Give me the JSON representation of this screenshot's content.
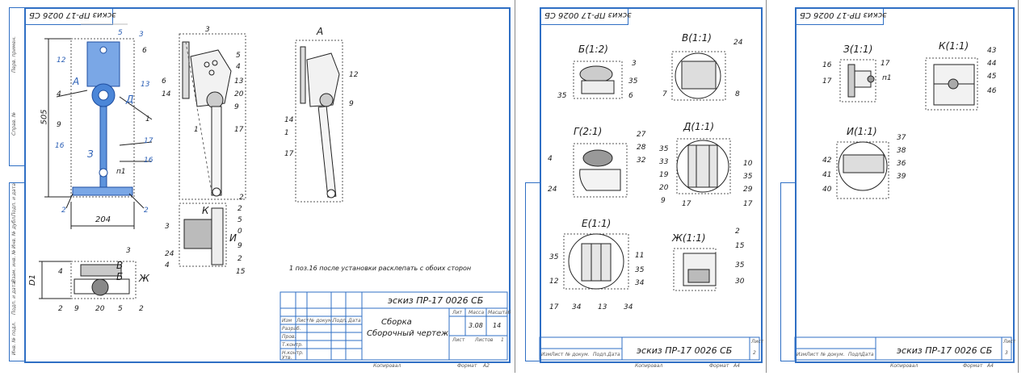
{
  "sheets": [
    {
      "corner_stamp": "эскиз ПР-17 0026 СБ",
      "titleblock": {
        "designation": "эскиз ПР-17 0026 СБ",
        "name_line1": "Сборка",
        "name_line2": "Сборочный чертеж",
        "lit_header": "Лит",
        "mass_header": "Масса",
        "scale_header": "Масштаб",
        "mass_value": "3.08",
        "scale_value": "14",
        "sheet_label": "Лист",
        "sheets_label": "Листов",
        "sheets_value": "1",
        "copied": "Копировал",
        "format": "Формат",
        "format_value": "А2",
        "cols": [
          "Изм",
          "Лист",
          "№ докум.",
          "Подп.",
          "Дата"
        ],
        "rows": [
          "Разраб.",
          "Пров.",
          "Т.контр.",
          "",
          "Н.контр.",
          "Утв."
        ]
      },
      "note": "1 поз.16 после установки расклепать с обоих сторон",
      "dims": {
        "height": "505",
        "width": "204",
        "depth": "D1"
      },
      "side_labels": [
        "Перв. примен.",
        "Справ. №",
        "Подп. и дата",
        "Инв. № дубл.",
        "Взам. инв. №",
        "Подп. и дата",
        "Инв. № подл."
      ],
      "view_letters": {
        "a": "А",
        "b": "Б",
        "v": "В",
        "zh": "Ж",
        "z": "З",
        "d": "Д",
        "k": "К",
        "i": "И"
      },
      "callouts_main": [
        "5",
        "3",
        "6",
        "12",
        "13",
        "4",
        "Д",
        "9",
        "1",
        "16",
        "17",
        "16",
        "п1",
        "2",
        "2",
        "3",
        "4",
        "В",
        "Б",
        "Ж",
        "2",
        "9",
        "20",
        "5",
        "2"
      ],
      "callouts_side": [
        "3",
        "5",
        "4",
        "13",
        "6",
        "14",
        "20",
        "9",
        "1",
        "17",
        "2",
        "3",
        "К",
        "2",
        "5",
        "И",
        "0",
        "9",
        "24",
        "4",
        "2",
        "15"
      ],
      "callouts_a": [
        "12",
        "9",
        "14",
        "1",
        "17"
      ]
    },
    {
      "corner_stamp": "эскиз ПР-17 0026 СБ",
      "titleblock": {
        "designation": "эскиз ПР-17 0026 СБ",
        "sheet_label": "Лист",
        "sheet_value": "2",
        "copied": "Копировал",
        "format": "Формат",
        "format_value": "А4",
        "cols": [
          "Изм",
          "Лист",
          "№ докум.",
          "Подп.",
          "Дата"
        ]
      },
      "views": [
        {
          "title": "Б(1:2)",
          "callouts": [
            "3",
            "35",
            "35",
            "6"
          ]
        },
        {
          "title": "В(1:1)",
          "callouts": [
            "24",
            "7",
            "8"
          ]
        },
        {
          "title": "Г(2:1)",
          "callouts": [
            "27",
            "28",
            "32",
            "4",
            "24"
          ]
        },
        {
          "title": "Д(1:1)",
          "callouts": [
            "35",
            "33",
            "19",
            "20",
            "9",
            "17",
            "10",
            "35",
            "29",
            "17"
          ]
        },
        {
          "title": "Е(1:1)",
          "callouts": [
            "35",
            "12",
            "17",
            "34",
            "13",
            "34",
            "11",
            "35",
            "34"
          ]
        },
        {
          "title": "Ж(1:1)",
          "callouts": [
            "2",
            "15",
            "35",
            "30"
          ]
        }
      ]
    },
    {
      "corner_stamp": "эскиз ПР-17 0026 СБ",
      "titleblock": {
        "designation": "эскиз ПР-17 0026 СБ",
        "sheet_label": "Лист",
        "sheet_value": "3",
        "copied": "Копировал",
        "format": "Формат",
        "format_value": "А4",
        "cols": [
          "Изм",
          "Лист",
          "№ докум.",
          "Подп.",
          "Дата"
        ]
      },
      "views": [
        {
          "title": "З(1:1)",
          "callouts": [
            "16",
            "17",
            "17",
            "п1"
          ]
        },
        {
          "title": "К(1:1)",
          "callouts": [
            "43",
            "44",
            "45",
            "46"
          ]
        },
        {
          "title": "И(1:1)",
          "callouts": [
            "37",
            "38",
            "36",
            "39",
            "42",
            "41",
            "40"
          ]
        }
      ]
    }
  ]
}
